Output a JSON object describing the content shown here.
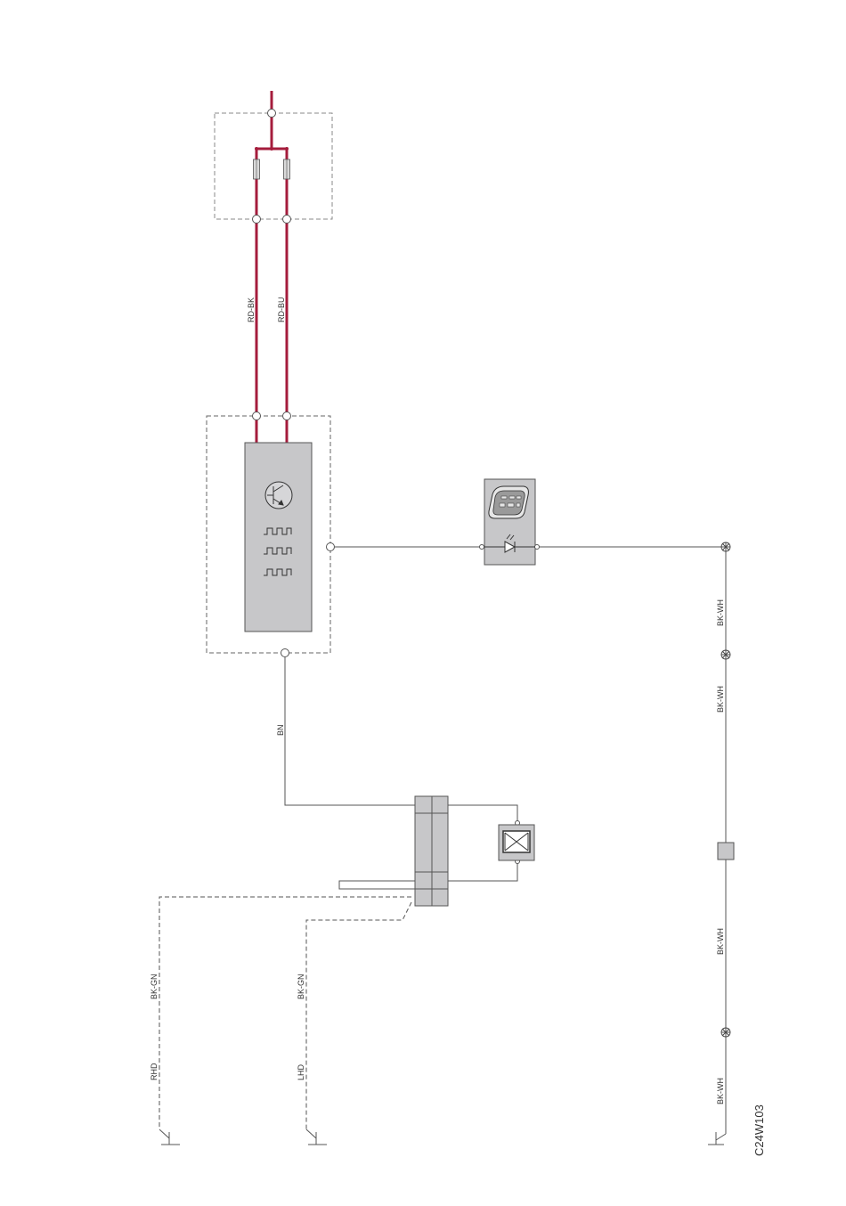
{
  "colors": {
    "power_wire": "#a51c3c",
    "signal_wire": "#555555",
    "component_fill": "#c7c7c9",
    "dashed_box": "#666666"
  },
  "wires": {
    "rd_bk": "RD-BK",
    "rd_bu": "RD-BU",
    "bn": "BN",
    "bk_gn_rhd": "BK-GN",
    "bk_gn_lhd": "BK-GN",
    "bk_wh_1": "BK-WH",
    "bk_wh_2": "BK-WH",
    "bk_wh_3": "BK-WH",
    "bk_wh_4": "BK-WH"
  },
  "variants": {
    "rhd": "RHD",
    "lhd": "LHD"
  },
  "diagram_code": "C24W103",
  "icons": [
    "fuse-icon",
    "transistor-icon",
    "pulse-wave-icon",
    "led-icon",
    "control-panel-icon",
    "switch-icon",
    "ground-icon",
    "splice-icon"
  ]
}
